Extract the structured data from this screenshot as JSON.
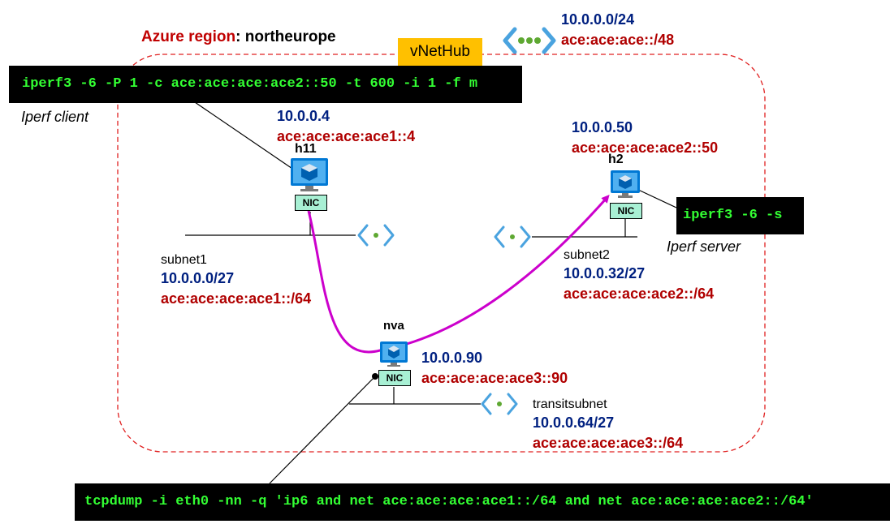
{
  "region": {
    "label": "Azure region",
    "sep": ": ",
    "value": "northeurope"
  },
  "vnet": {
    "name": "vNetHub",
    "ipv4": "10.0.0.0/24",
    "ipv6": "ace:ace:ace::/48"
  },
  "commands": {
    "client": "iperf3 -6 -P 1 -c ace:ace:ace:ace2::50 -t 600 -i 1 -f m",
    "server": "iperf3 -6 -s",
    "tcpdump": "tcpdump -i eth0 -nn -q 'ip6 and net ace:ace:ace:ace1::/64 and net ace:ace:ace:ace2::/64'"
  },
  "roles": {
    "client": "Iperf client",
    "server": "Iperf server"
  },
  "hosts": {
    "h11": {
      "name": "h11",
      "ipv4": "10.0.0.4",
      "ipv6": "ace:ace:ace:ace1::4",
      "nic": "NIC"
    },
    "h2": {
      "name": "h2",
      "ipv4": "10.0.0.50",
      "ipv6": "ace:ace:ace:ace2::50",
      "nic": "NIC"
    },
    "nva": {
      "name": "nva",
      "ipv4": "10.0.0.90",
      "ipv6": "ace:ace:ace:ace3::90",
      "nic": "NIC"
    }
  },
  "subnets": {
    "subnet1": {
      "name": "subnet1",
      "ipv4": "10.0.0.0/27",
      "ipv6": "ace:ace:ace:ace1::/64"
    },
    "subnet2": {
      "name": "subnet2",
      "ipv4": "10.0.0.32/27",
      "ipv6": "ace:ace:ace:ace2::/64"
    },
    "transit": {
      "name": "transitsubnet",
      "ipv4": "10.0.0.64/27",
      "ipv6": "ace:ace:ace:ace3::/64"
    }
  },
  "colors": {
    "ipv4": "#002080",
    "ipv6": "#b00000",
    "region_label": "#c00000",
    "boundary": "#e02020",
    "flow": "#cc00cc",
    "vm_blue": "#0078d4",
    "nic_fill": "#a8f0d4",
    "cmd_text": "#33ff33",
    "hub_tag": "#ffc000"
  }
}
